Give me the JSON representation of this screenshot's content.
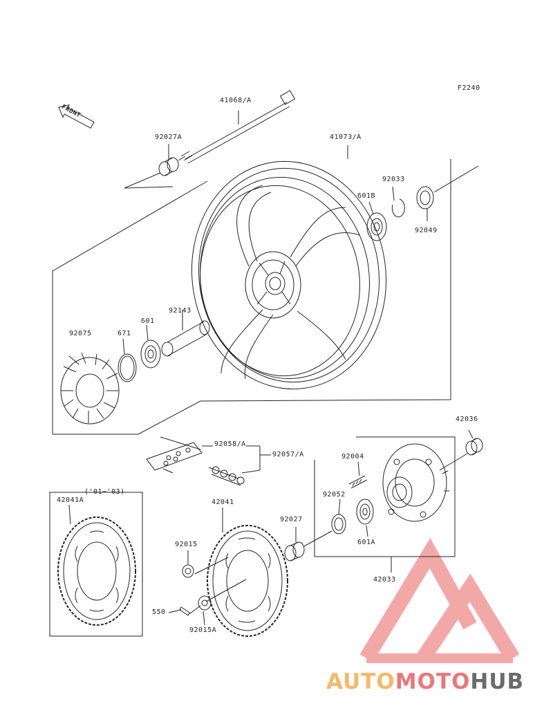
{
  "figure_code": "F2240",
  "front_label": "FRONT",
  "year_note": "('01~'03)",
  "parts": {
    "p41068A": "41068/A",
    "p92027A": "92027A",
    "p41073A": "41073/A",
    "p92033": "92033",
    "p601B": "601B",
    "p92049": "92049",
    "p92143": "92143",
    "p601": "601",
    "p671": "671",
    "p92075": "92075",
    "p42036": "42036",
    "p92058A": "92058/A",
    "p92057A": "92057/A",
    "p92004": "92004",
    "p92052": "92052",
    "p92027": "92027",
    "p601A": "601A",
    "p42033": "42033",
    "p42041A": "42041A",
    "p42041": "42041",
    "p92015": "92015",
    "p550": "550",
    "p92015A": "92015A"
  },
  "watermark": {
    "part1": "AUTO",
    "part2": "MOTO",
    "part3": "HUB"
  }
}
